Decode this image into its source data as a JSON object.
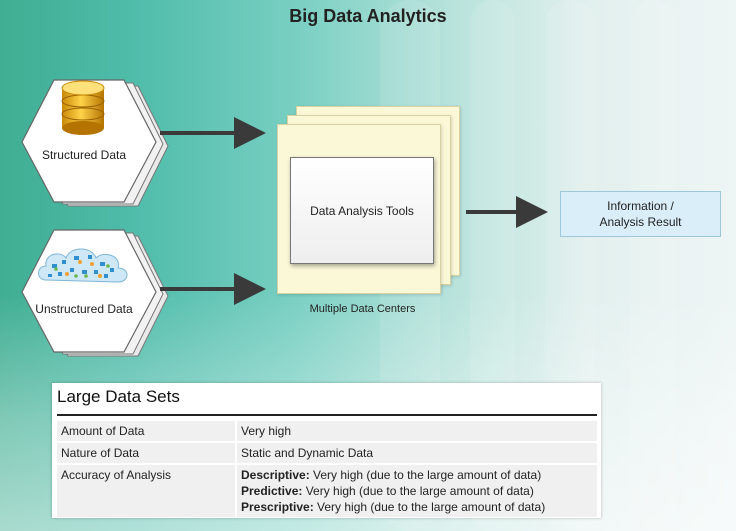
{
  "title": "Big Data Analytics",
  "sources": [
    {
      "label": "Structured Data",
      "icon": "database-icon"
    },
    {
      "label": "Unstructured Data",
      "icon": "cloud-network-icon"
    }
  ],
  "processing": {
    "box_label": "Data Analysis Tools",
    "caption": "Multiple Data Centers"
  },
  "result": {
    "line1": "Information /",
    "line2": "Analysis Result"
  },
  "table": {
    "title": "Large Data Sets",
    "rows": [
      {
        "key": "Amount of Data",
        "value": "Very high"
      },
      {
        "key": "Nature of Data",
        "value": "Static and Dynamic Data"
      }
    ],
    "accuracy": {
      "key": "Accuracy of Analysis",
      "items": [
        {
          "term": "Descriptive:",
          "text": " Very high (due to the large amount of data)"
        },
        {
          "term": "Predictive:",
          "text": " Very high (due to the large amount of data)"
        },
        {
          "term": "Prescriptive:",
          "text": " Very high (due to the large amount of data)"
        }
      ]
    }
  },
  "colors": {
    "arrow": "#3a3a3a",
    "result_fill": "#d9eef8",
    "datacenter_fill": "#fbf8d8"
  }
}
